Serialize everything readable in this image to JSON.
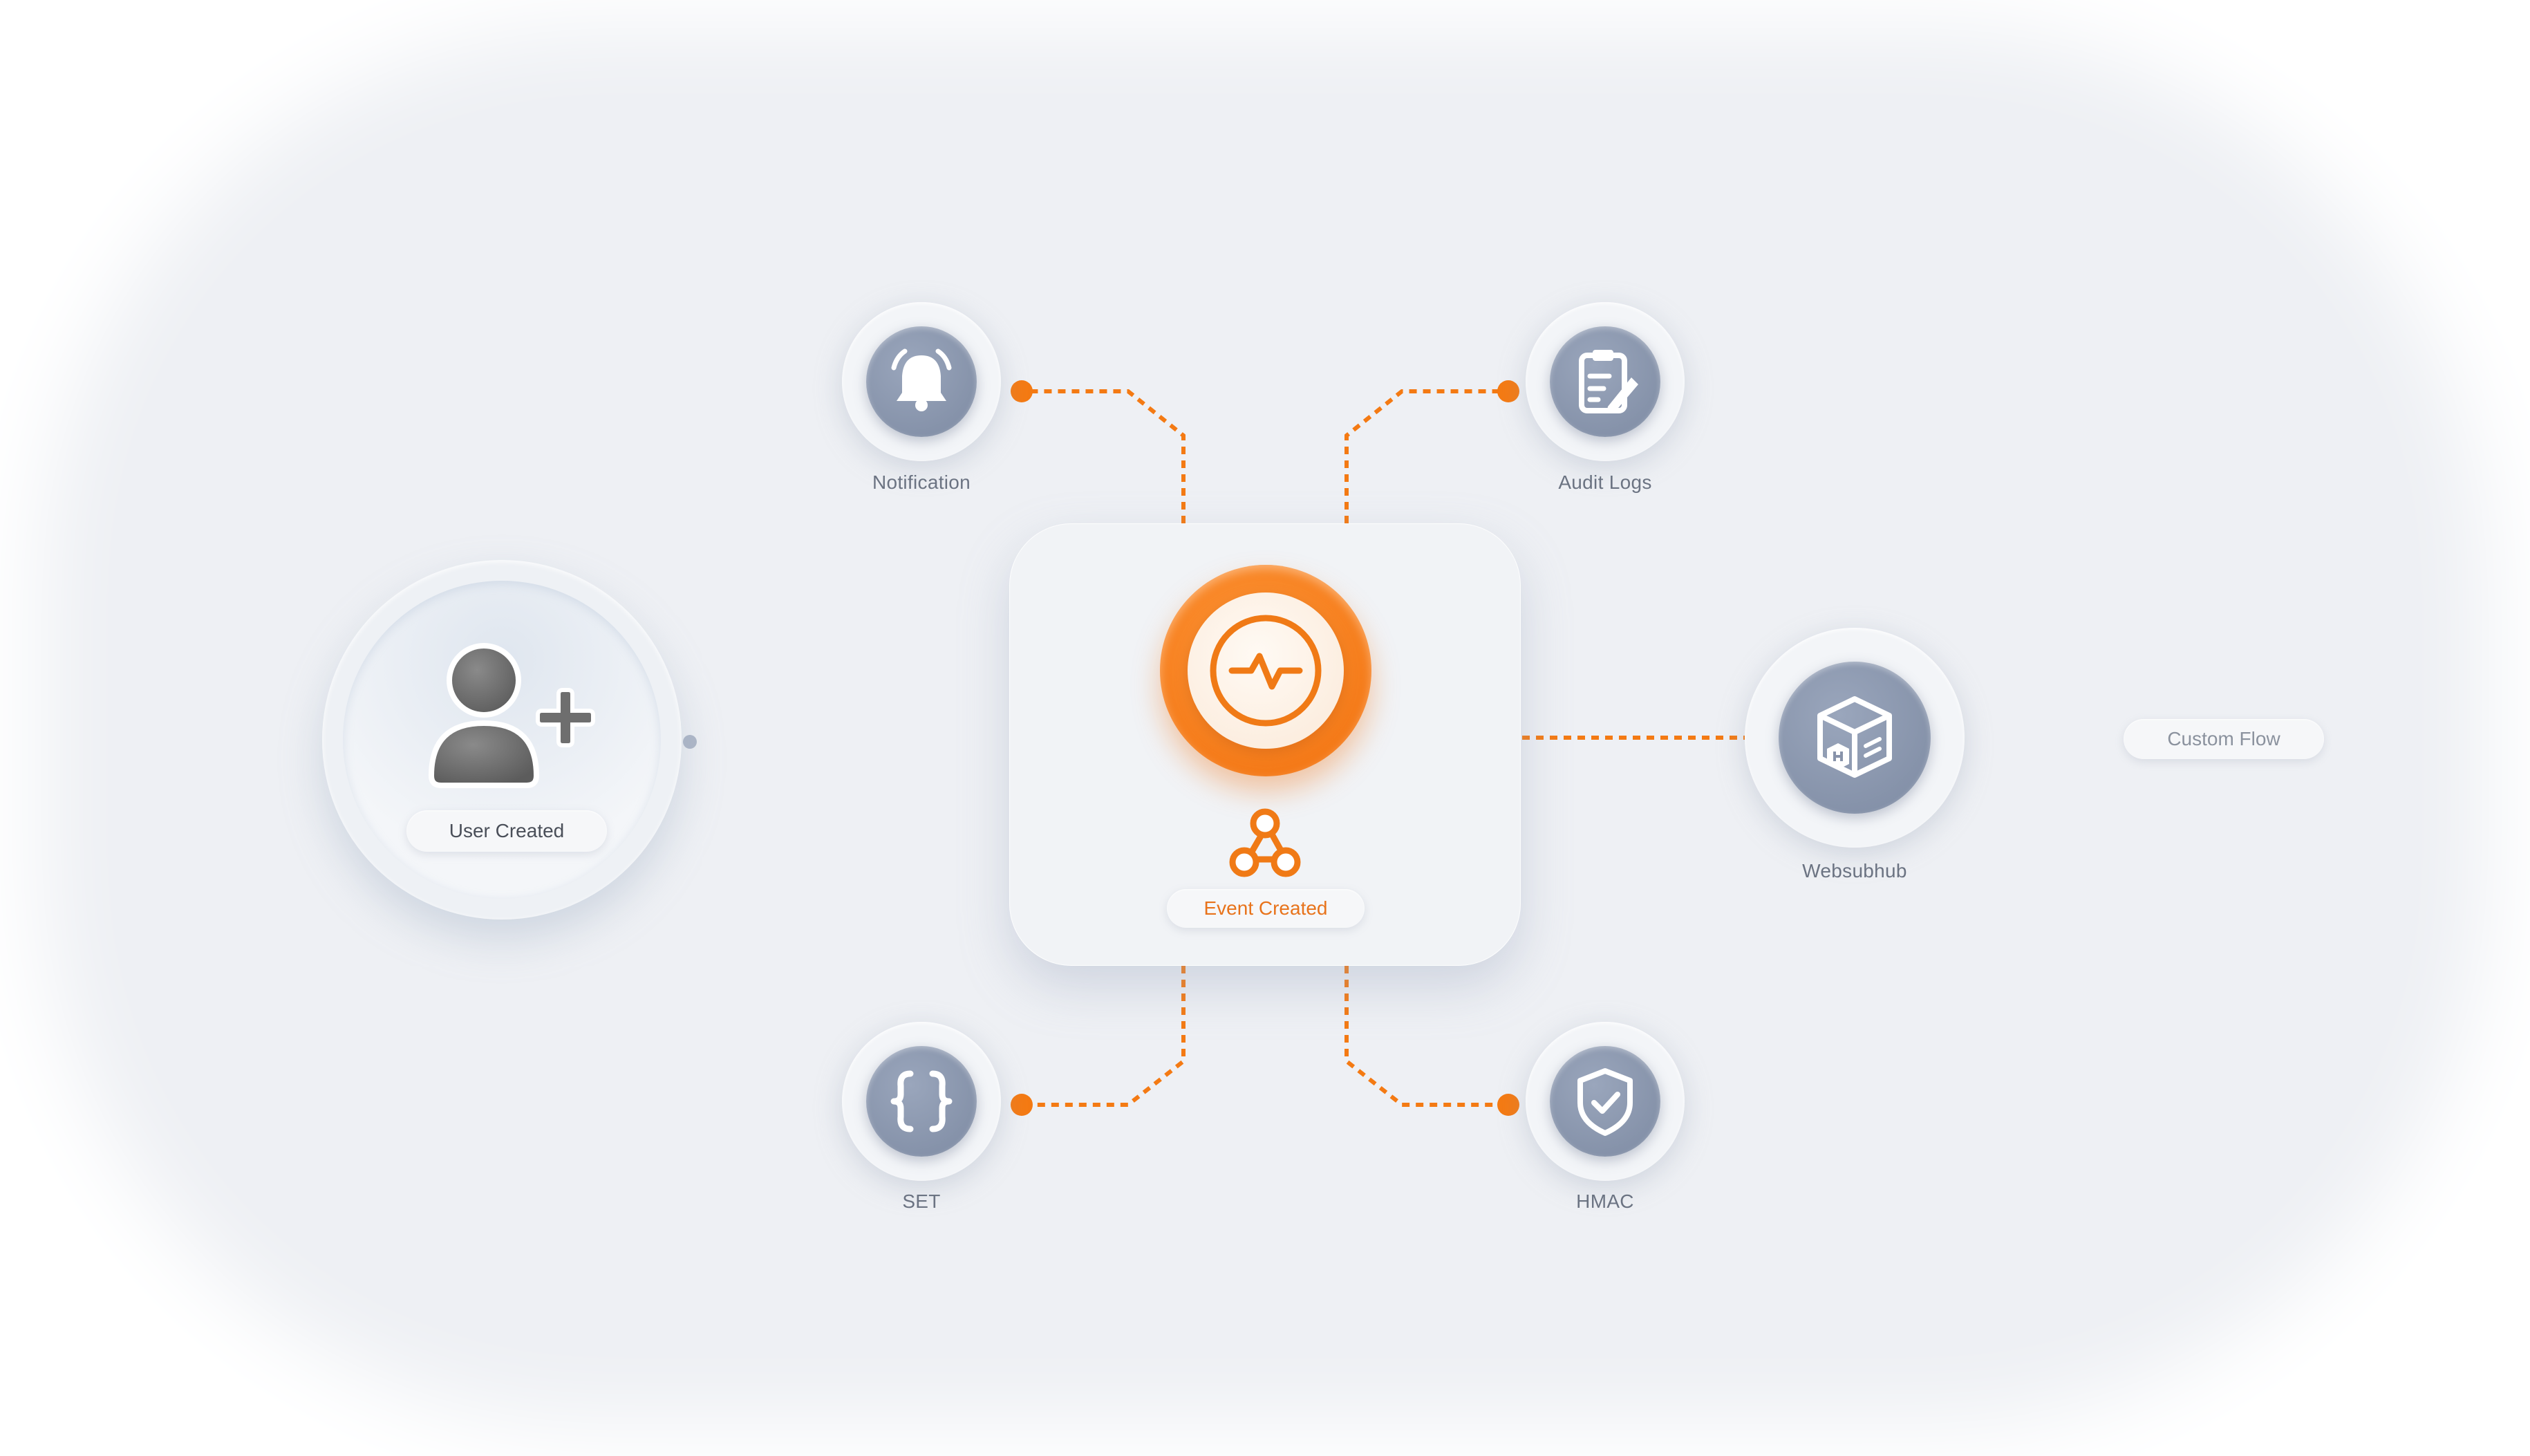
{
  "diagram": {
    "source": {
      "label": "User Created",
      "icon": "user-plus-icon"
    },
    "hub": {
      "label": "Event Created",
      "icon": "activity-pulse-icon",
      "badge_icon": "webhook-icon"
    },
    "branches": [
      {
        "label": "Notification",
        "icon": "bell-icon"
      },
      {
        "label": "Audit Logs",
        "icon": "clipboard-edit-icon"
      },
      {
        "label": "SET",
        "icon": "braces-icon"
      },
      {
        "label": "HMAC",
        "icon": "shield-check-icon"
      }
    ],
    "target": {
      "label": "Websubhub",
      "icon": "box-hub-icon"
    },
    "extension": {
      "label": "Custom Flow"
    }
  },
  "colors": {
    "accent": "#f47a13",
    "connector_gray": "#7d8aa3",
    "icon_disc": "#8893aa",
    "background": "#eef0f4"
  }
}
